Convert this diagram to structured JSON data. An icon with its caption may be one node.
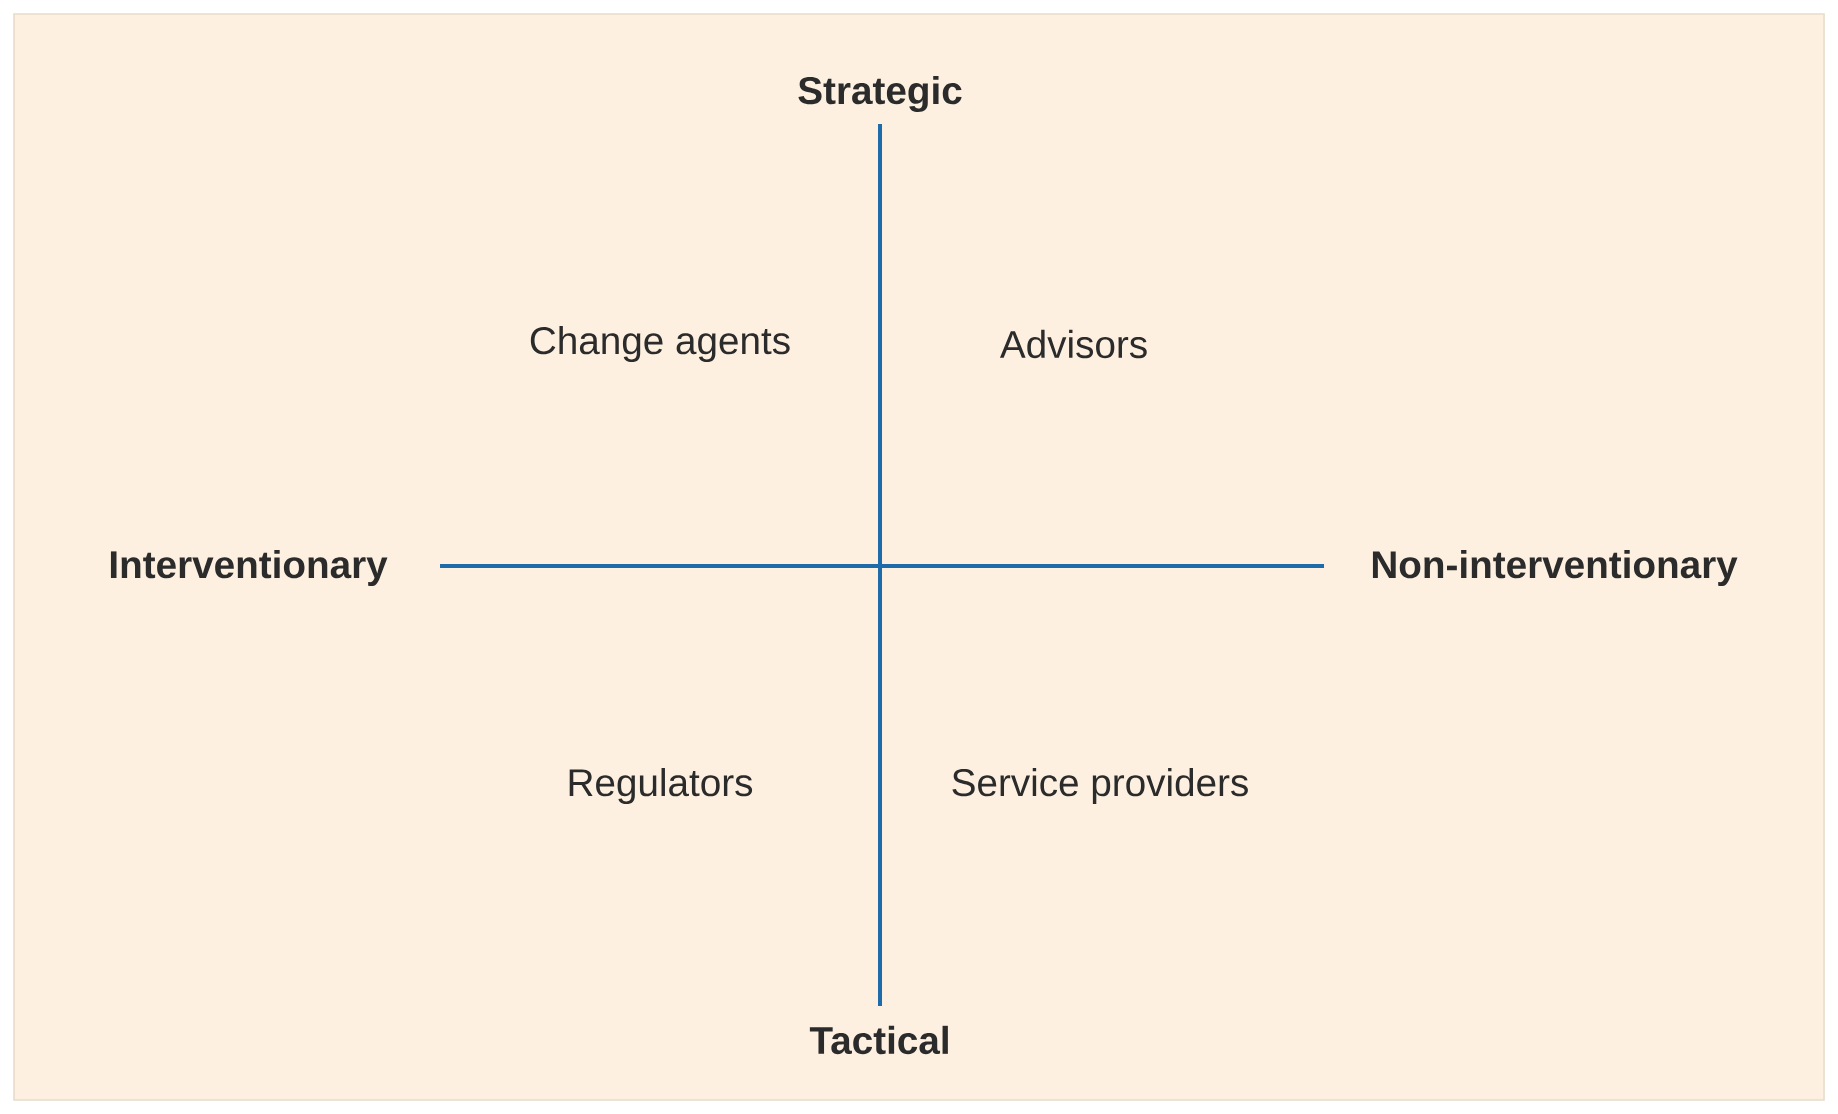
{
  "diagram": {
    "labels": [
      "Strategic",
      "Change agents",
      "Advisors",
      "Interventionary",
      "Non-interventionary",
      "Regulators",
      "Service providers",
      "Tactical"
    ]
  }
}
